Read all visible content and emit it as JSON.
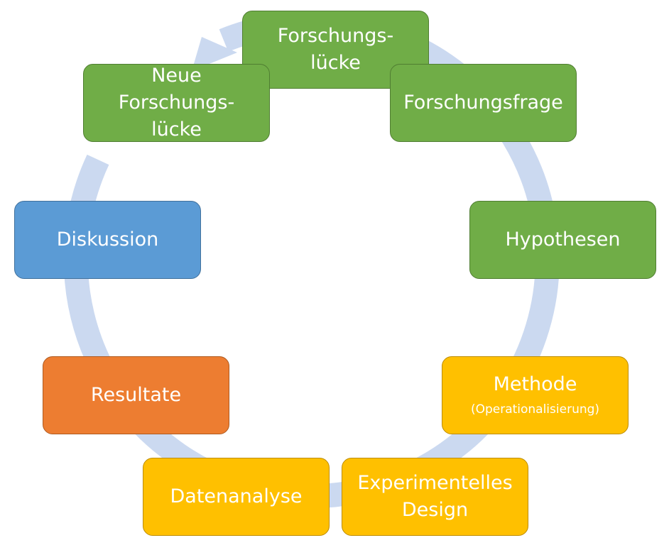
{
  "colors": {
    "green": "#70ad47",
    "blue": "#5b9bd5",
    "orange": "#ed7d31",
    "yellow": "#ffc000",
    "cycle_arrow": "#cbd9f0"
  },
  "nodes": {
    "forschungsluecke": {
      "lines": [
        "Forschungs-",
        "lücke"
      ]
    },
    "forschungsfrage": {
      "lines": [
        "Forschungsfrage"
      ]
    },
    "hypothesen": {
      "lines": [
        "Hypothesen"
      ]
    },
    "methode": {
      "lines": [
        "Methode"
      ],
      "sub": "(Operationalisierung)"
    },
    "experimentelles_design": {
      "lines": [
        "Experimentelles",
        "Design"
      ]
    },
    "datenanalyse": {
      "lines": [
        "Datenanalyse"
      ]
    },
    "resultate": {
      "lines": [
        "Resultate"
      ]
    },
    "diskussion": {
      "lines": [
        "Diskussion"
      ]
    },
    "neue_forschungsluecke": {
      "lines": [
        "Neue",
        "Forschungs-",
        "lücke"
      ]
    }
  }
}
